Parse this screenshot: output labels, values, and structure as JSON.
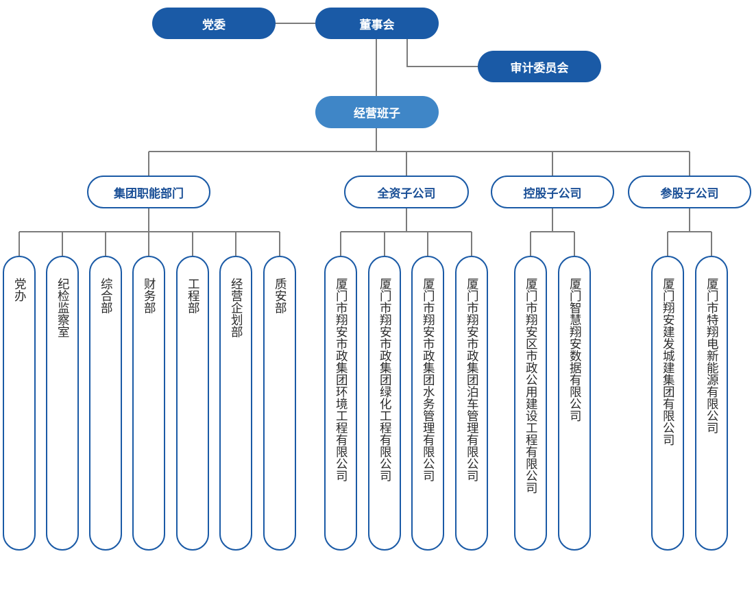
{
  "colors": {
    "dark": "#1a5aa6",
    "light": "#3f86c7",
    "line": "#7b7b7b"
  },
  "top": {
    "party": "党委",
    "board": "董事会",
    "audit": "审计委员会"
  },
  "management": "经营班子",
  "categories": {
    "functional": "集团职能部门",
    "wholly_owned": "全资子公司",
    "holding": "控股子公司",
    "shareholding": "参股子公司"
  },
  "departments": [
    "党办",
    "纪检监察室",
    "综合部",
    "财务部",
    "工程部",
    "经营企划部",
    "质安部"
  ],
  "wholly_owned": [
    "厦门市翔安市政集团环境工程有限公司",
    "厦门市翔安市政集团绿化工程有限公司",
    "厦门市翔安市政集团水务管理有限公司",
    "厦门市翔安市政集团泊车管理有限公司"
  ],
  "holding": [
    "厦门市翔安区市政公用建设工程有限公司",
    "厦门智慧翔安数据有限公司"
  ],
  "shareholding": [
    "厦门翔安建发城建集团有限公司",
    "厦门市特翔电新能源有限公司"
  ]
}
